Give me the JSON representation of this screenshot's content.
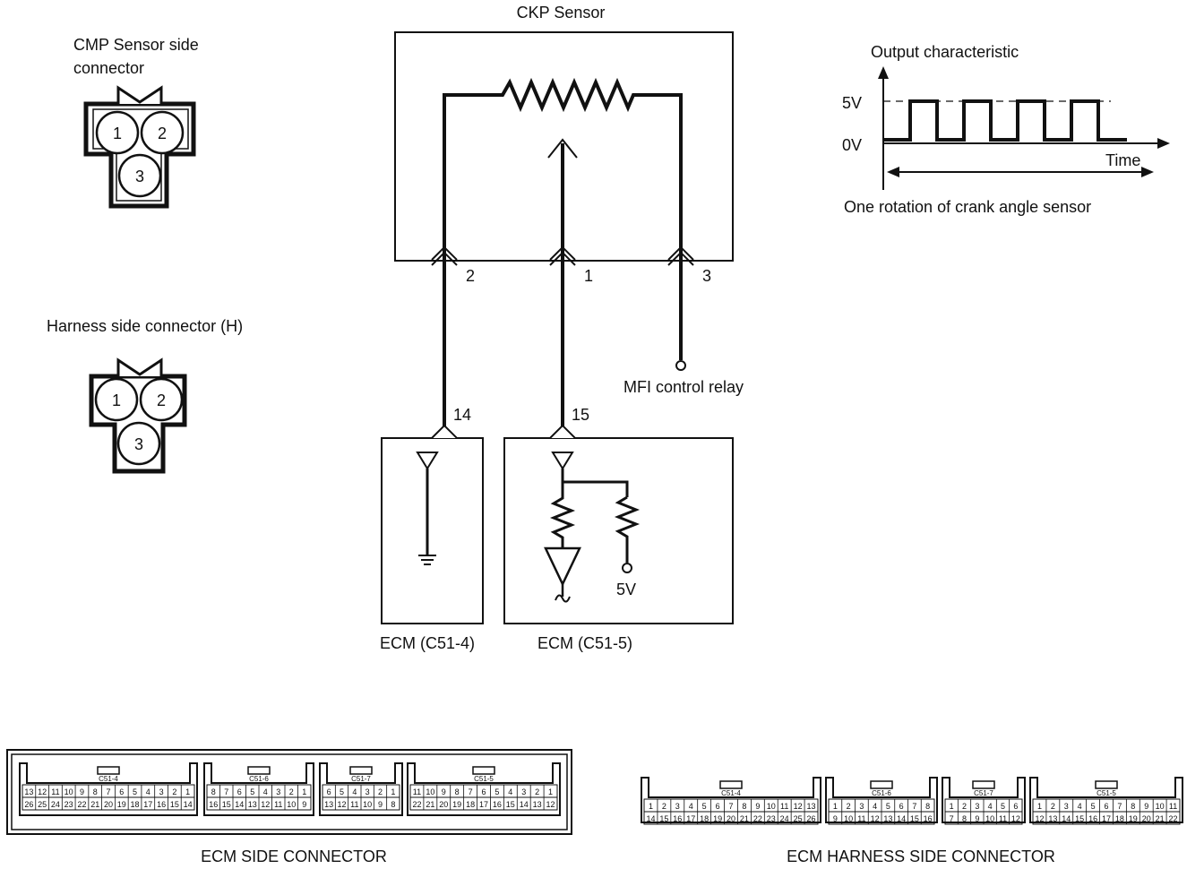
{
  "cmp_connector": {
    "title_line1": "CMP Sensor side",
    "title_line2": "connector",
    "pins": [
      "1",
      "2",
      "3"
    ]
  },
  "harness_connector": {
    "title": "Harness side connector (H)",
    "pins": [
      "1",
      "2",
      "3"
    ]
  },
  "ckp_sensor": {
    "title": "CKP Sensor",
    "pin_left": "2",
    "pin_mid": "1",
    "pin_right": "3"
  },
  "mfi_relay": {
    "label": "MFI control relay"
  },
  "ecm_c514": {
    "pin": "14",
    "label": "ECM (C51-4)"
  },
  "ecm_c515": {
    "pin": "15",
    "label": "ECM (C51-5)",
    "supply": "5V"
  },
  "output_chart": {
    "title": "Output characteristic",
    "high_label": "5V",
    "low_label": "0V",
    "time_label": "Time",
    "caption": "One rotation of crank angle sensor"
  },
  "ecm_side_connector": {
    "caption": "ECM SIDE CONNECTOR",
    "blocks": [
      {
        "name": "C51-4",
        "top": [
          "13",
          "12",
          "11",
          "10",
          "9",
          "8",
          "7",
          "6",
          "5",
          "4",
          "3",
          "2",
          "1"
        ],
        "bottom": [
          "26",
          "25",
          "24",
          "23",
          "22",
          "21",
          "20",
          "19",
          "18",
          "17",
          "16",
          "15",
          "14"
        ]
      },
      {
        "name": "C51-6",
        "top": [
          "8",
          "7",
          "6",
          "5",
          "4",
          "3",
          "2",
          "1"
        ],
        "bottom": [
          "16",
          "15",
          "14",
          "13",
          "12",
          "11",
          "10",
          "9"
        ]
      },
      {
        "name": "C51-7",
        "top": [
          "6",
          "5",
          "4",
          "3",
          "2",
          "1"
        ],
        "bottom": [
          "13",
          "12",
          "11",
          "10",
          "9",
          "8"
        ]
      },
      {
        "name": "C51-5",
        "top": [
          "11",
          "10",
          "9",
          "8",
          "7",
          "6",
          "5",
          "4",
          "3",
          "2",
          "1"
        ],
        "bottom": [
          "22",
          "21",
          "20",
          "19",
          "18",
          "17",
          "16",
          "15",
          "14",
          "13",
          "12"
        ]
      }
    ]
  },
  "ecm_harness_connector": {
    "caption": "ECM HARNESS SIDE CONNECTOR",
    "blocks": [
      {
        "name": "C51-4",
        "top": [
          "1",
          "2",
          "3",
          "4",
          "5",
          "6",
          "7",
          "8",
          "9",
          "10",
          "11",
          "12",
          "13"
        ],
        "bottom": [
          "14",
          "15",
          "16",
          "17",
          "18",
          "19",
          "20",
          "21",
          "22",
          "23",
          "24",
          "25",
          "26"
        ]
      },
      {
        "name": "C51-6",
        "top": [
          "1",
          "2",
          "3",
          "4",
          "5",
          "6",
          "7",
          "8"
        ],
        "bottom": [
          "9",
          "10",
          "11",
          "12",
          "13",
          "14",
          "15",
          "16"
        ]
      },
      {
        "name": "C51-7",
        "top": [
          "1",
          "2",
          "3",
          "4",
          "5",
          "6"
        ],
        "bottom": [
          "7",
          "8",
          "9",
          "10",
          "11",
          "12"
        ]
      },
      {
        "name": "C51-5",
        "top": [
          "1",
          "2",
          "3",
          "4",
          "5",
          "6",
          "7",
          "8",
          "9",
          "10",
          "11"
        ],
        "bottom": [
          "12",
          "13",
          "14",
          "15",
          "16",
          "17",
          "18",
          "19",
          "20",
          "21",
          "22"
        ]
      }
    ]
  }
}
